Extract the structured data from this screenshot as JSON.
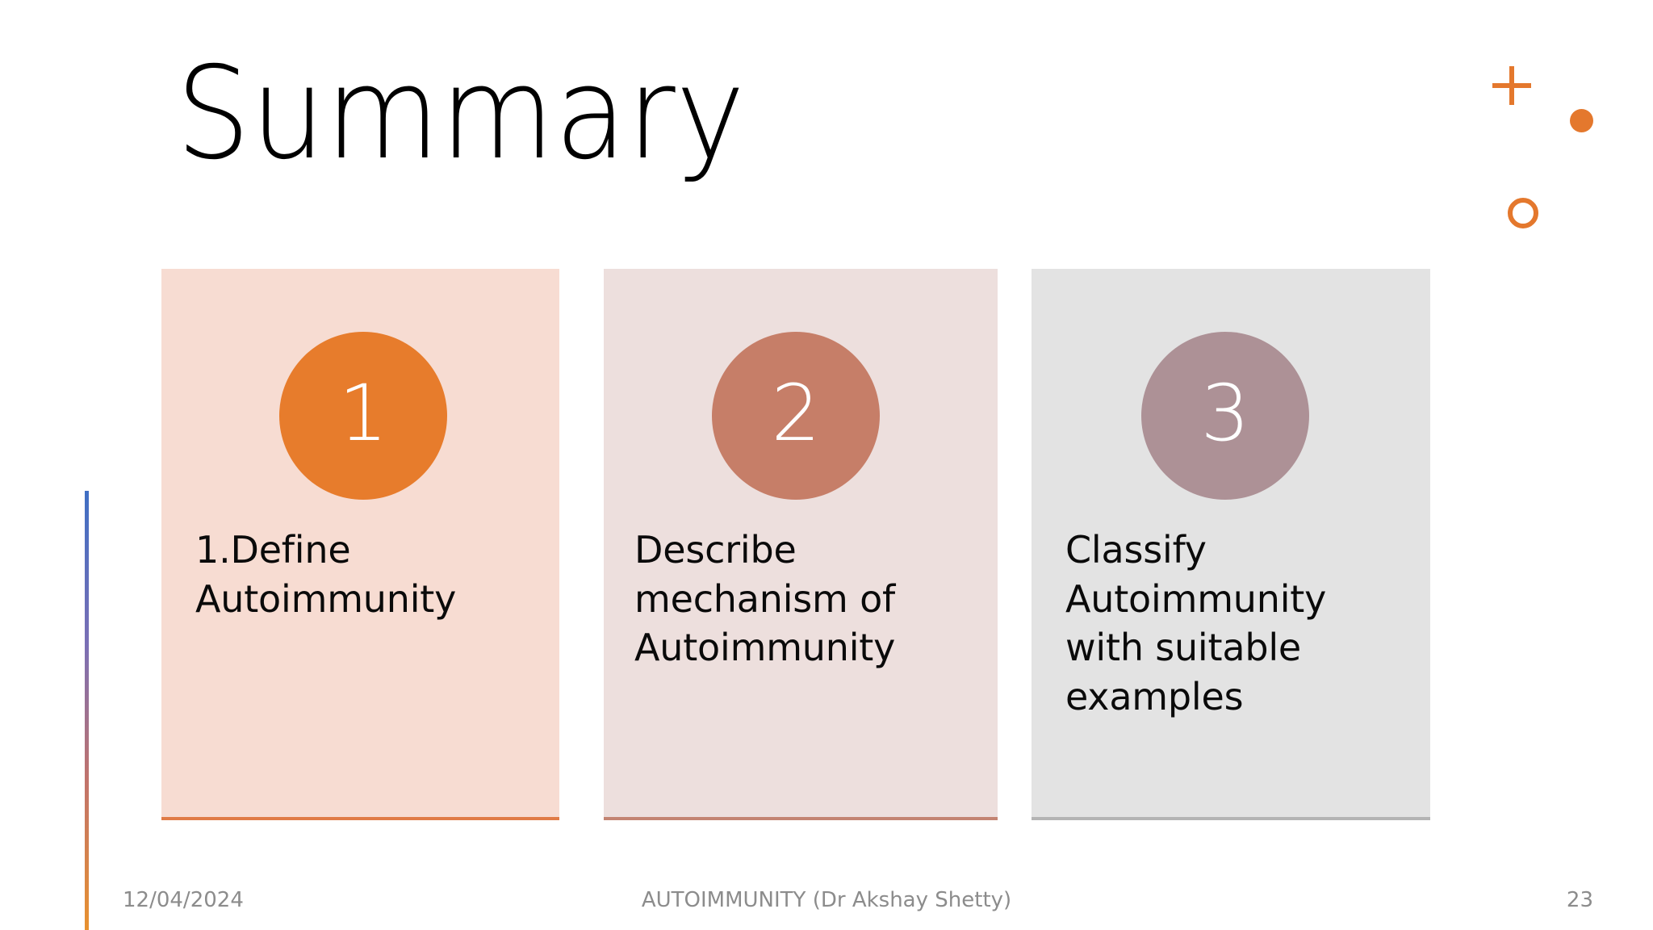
{
  "slide": {
    "title": "Summary",
    "background_color": "#FFFFFF",
    "accent_bar": {
      "gradient_start_color": "#3F6FC4",
      "gradient_end_color": "#E8912F"
    },
    "decorations": {
      "color": "#E4782D",
      "shapes": [
        "plus",
        "filled-dot",
        "hollow-circle"
      ]
    }
  },
  "cards": [
    {
      "number": "1",
      "text": "1.Define Autoimmunity",
      "background_color": "#F7DCD2",
      "badge_color": "#E77C2C",
      "border_color": "#E07B46"
    },
    {
      "number": "2",
      "text": "Describe mechanism of Autoimmunity",
      "background_color": "#EDDFDD",
      "badge_color": "#C67E68",
      "border_color": "#C38472"
    },
    {
      "number": "3",
      "text": "Classify Autoimmunity with suitable examples",
      "background_color": "#E3E3E3",
      "badge_color": "#AD9196",
      "border_color": "#B4B4B4"
    }
  ],
  "footer": {
    "date": "12/04/2024",
    "center": "AUTOIMMUNITY (Dr Akshay Shetty)",
    "page_number": "23",
    "text_color": "#8C8C8C"
  }
}
